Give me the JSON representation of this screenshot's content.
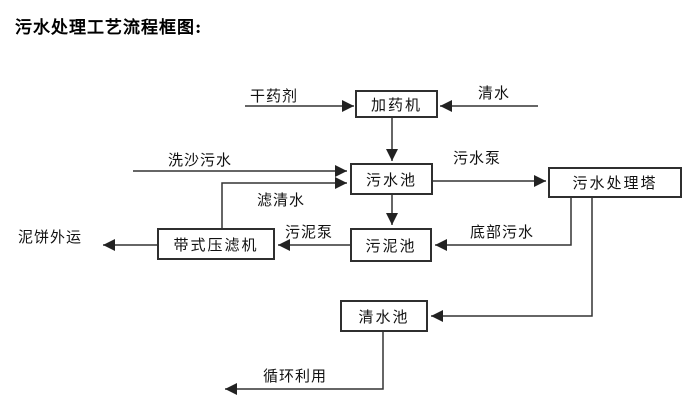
{
  "title": "污水处理工艺流程框图:",
  "nodes": {
    "dosing_machine": "加药机",
    "sewage_pool": "污水池",
    "treatment_tower": "污水处理塔",
    "belt_filter_press": "带式压滤机",
    "sludge_pool": "污泥池",
    "clean_water_pool": "清水池"
  },
  "edge_labels": {
    "dry_agent": "干药剂",
    "clean_water_in": "清水",
    "sand_washing_sewage": "洗沙污水",
    "sewage_pump": "污水泵",
    "filtered_water": "滤清水",
    "sludge_pump": "污泥泵",
    "bottom_sewage": "底部污水",
    "mud_cake_out": "泥饼外运",
    "recycling": "循环利用"
  },
  "colors": {
    "line": "#333333",
    "text": "#000000",
    "background": "#ffffff"
  }
}
